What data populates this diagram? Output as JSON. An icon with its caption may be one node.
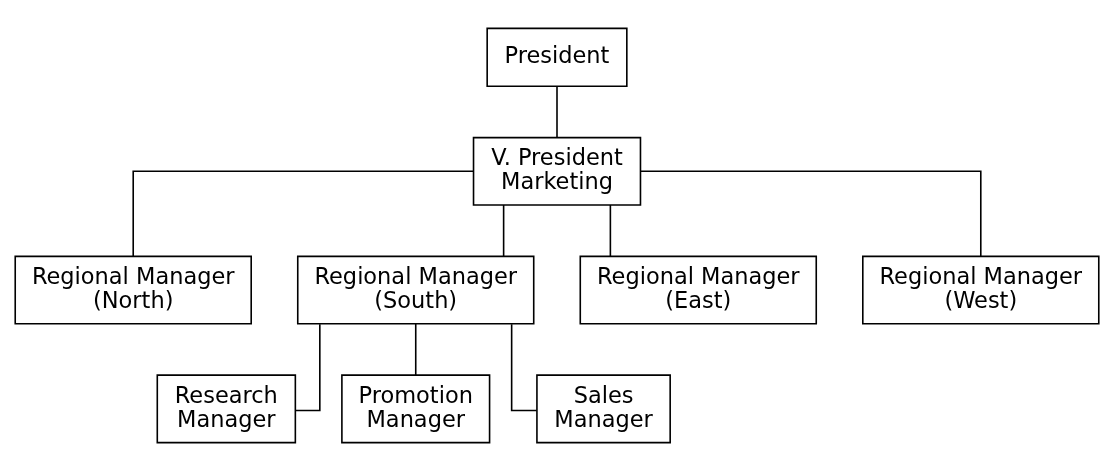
{
  "diagram": {
    "nodes": [
      {
        "text": [
          "President"
        ]
      },
      {
        "text": [
          "V. President Marketing"
        ]
      },
      {
        "text": [
          "Regional Manager (North)"
        ]
      },
      {
        "text": [
          "Regional Manager (South)"
        ]
      },
      {
        "text": [
          "Regional Manager (East)"
        ]
      },
      {
        "text": [
          "Regional Manager (West)"
        ]
      },
      {
        "text": [
          "Research Manager"
        ]
      },
      {
        "text": [
          "Promotion Manager"
        ]
      },
      {
        "text": [
          "Sales Manager"
        ]
      }
    ],
    "edges": [
      {
        "from": 0,
        "to": 1,
        "arrow": "none"
      },
      {
        "from": 1,
        "to": 2,
        "arrow": "none"
      },
      {
        "from": 1,
        "to": 3,
        "arrow": "none"
      },
      {
        "from": 1,
        "to": 4,
        "arrow": "none"
      },
      {
        "from": 1,
        "to": 5,
        "arrow": "none"
      },
      {
        "from": 3,
        "to": 6,
        "arrow": "none"
      },
      {
        "from": 3,
        "to": 7,
        "arrow": "none"
      },
      {
        "from": 3,
        "to": 8,
        "arrow": "none"
      }
    ]
  }
}
